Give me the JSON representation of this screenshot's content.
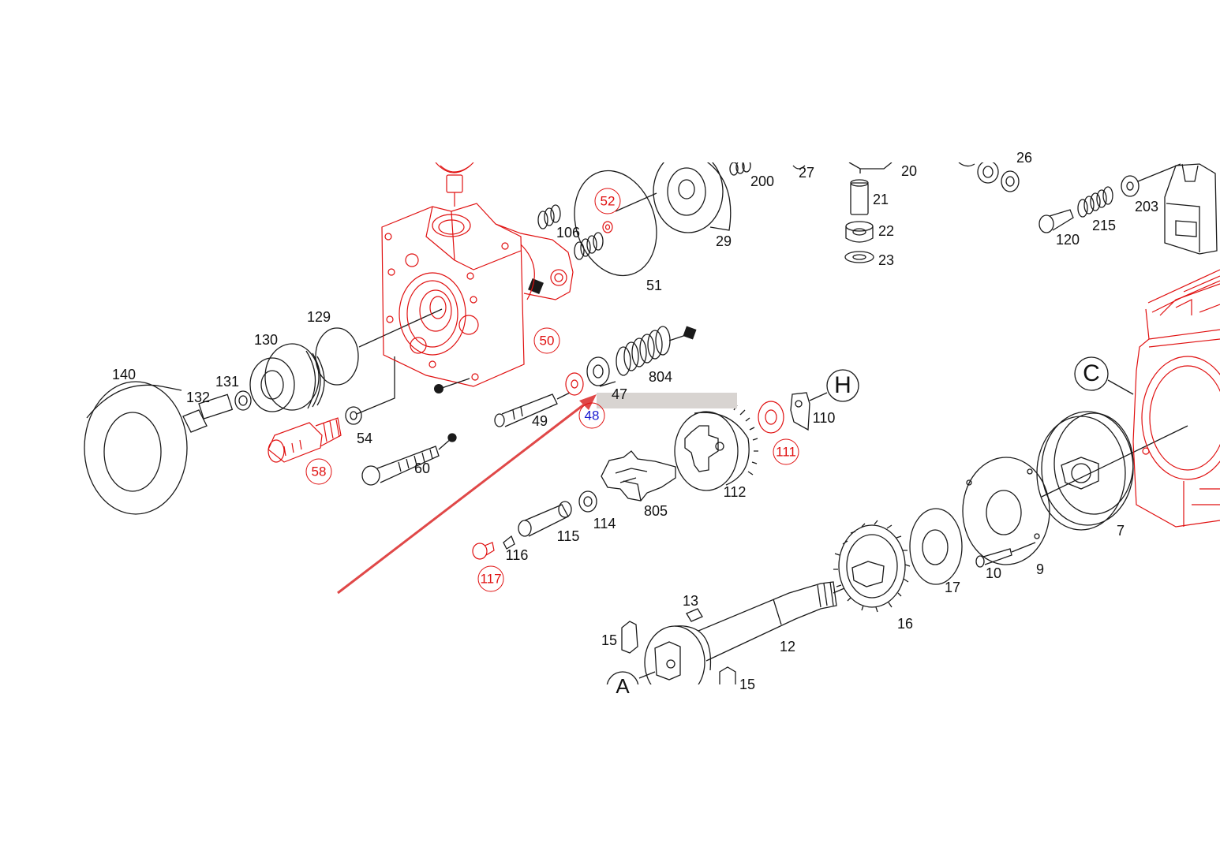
{
  "colors": {
    "line": "#1a1a1a",
    "highlight": "#e01010",
    "selected_label": "#1a1ad0",
    "redaction": "#d8d4d1",
    "arrow": "#e04848"
  },
  "labels": {
    "p140": "140",
    "p132": "132",
    "p131": "131",
    "p130": "130",
    "p129": "129",
    "p54": "54",
    "p58": "58",
    "p60": "60",
    "p50": "50",
    "p106": "106",
    "p52": "52",
    "p51": "51",
    "p29": "29",
    "p200": "200",
    "p27": "27",
    "p20": "20",
    "p21": "21",
    "p22": "22",
    "p23": "23",
    "p26": "26",
    "p203": "203",
    "p215": "215",
    "p120": "120",
    "p49": "49",
    "p48": "48",
    "p47": "47",
    "p804": "804",
    "p805": "805",
    "p112": "112",
    "p114": "114",
    "p115": "115",
    "p116": "116",
    "p117": "117",
    "p111": "111",
    "p110": "110",
    "pH": "H",
    "pC": "C",
    "p7": "7",
    "p9": "9",
    "p10": "10",
    "p17": "17",
    "p16": "16",
    "p12": "12",
    "p13": "13",
    "p15a": "15",
    "p15b": "15",
    "pA": "A"
  }
}
